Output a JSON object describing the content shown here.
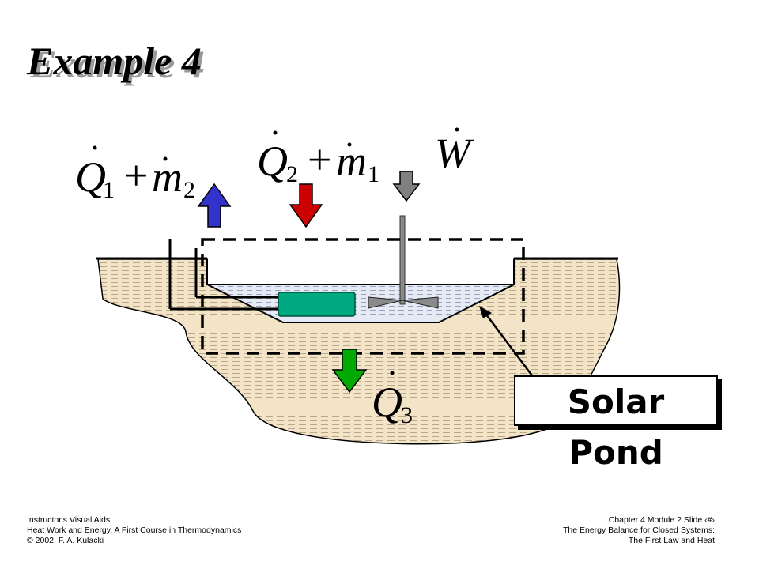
{
  "title": "Example 4",
  "equations": {
    "q1_m2": {
      "q": "Q",
      "q_sub": "1",
      "plus": "+",
      "m": "m",
      "m_sub": "2"
    },
    "q2_m1": {
      "q": "Q",
      "q_sub": "2",
      "plus": "+",
      "m": "m",
      "m_sub": "1"
    },
    "w": {
      "w": "W"
    },
    "q3": {
      "q": "Q",
      "q_sub": "3"
    }
  },
  "label": "Solar Pond",
  "colors": {
    "q1_arrow": "#3333cc",
    "q2_arrow": "#cc0000",
    "w_arrow": "#808080",
    "q3_arrow": "#00aa00",
    "heat_exchanger": "#00aa80",
    "ground": "#f3e4c8",
    "pond_water": "#e6eaf4"
  },
  "footer": {
    "left": [
      "Instructor's Visual Aids",
      "Heat Work and Energy.  A First Course in Thermodynamics",
      "© 2002, F. A. Kulacki"
    ],
    "right": [
      "Chapter 4  Module 2  Slide ‹#›",
      "The Energy Balance for Closed Systems:",
      "The First Law and Heat"
    ]
  }
}
